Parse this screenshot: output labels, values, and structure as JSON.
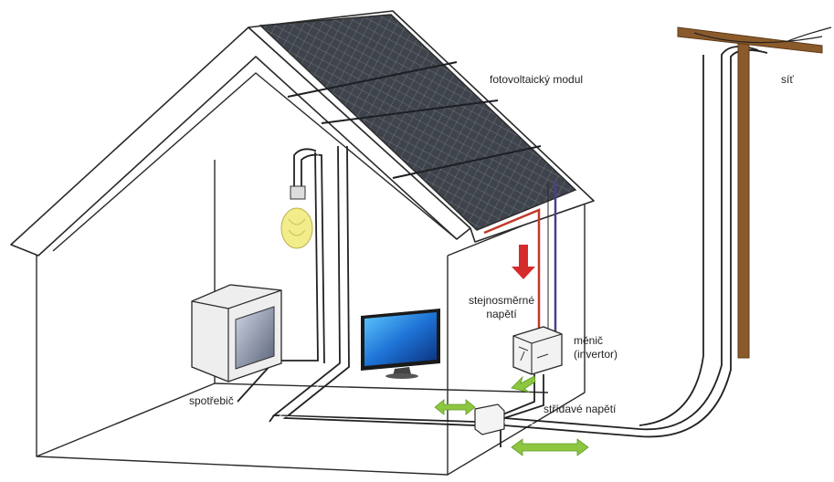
{
  "labels": {
    "pv_module": "fotovoltaický modul",
    "grid": "síť",
    "dc_voltage_line1": "stejnosměrné",
    "dc_voltage_line2": "napětí",
    "inverter_line1": "měnič",
    "inverter_line2": "(invertor)",
    "ac_voltage": "střídavé napětí",
    "appliance": "spotřebič"
  },
  "colors": {
    "house_outline": "#2a2a2a",
    "roof_fill": "#ffffff",
    "solar_panel": "#4a4f57",
    "dc_plus_wire": "#c0392b",
    "dc_minus_wire": "#4a3f8c",
    "ac_wire": "#222222",
    "flow_arrow": "#8dc63f",
    "dc_arrow": "#d62b2b",
    "pole": "#8b5a2b",
    "tv_screen": "#1e73d6",
    "bulb": "#f2ec8a"
  }
}
